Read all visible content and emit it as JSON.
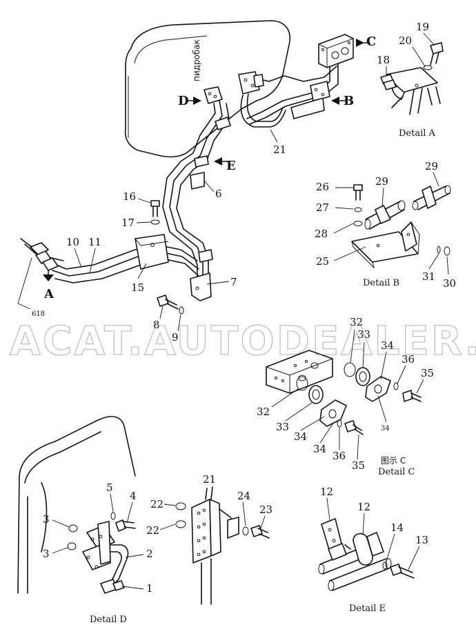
{
  "labels": {
    "tank_text": "пидробак",
    "arrow_a": "A",
    "arrow_b": "B",
    "arrow_c": "C",
    "arrow_d": "D",
    "arrow_e": "E",
    "ref_618": "618",
    "p1": "1",
    "p2": "2",
    "p3": "3",
    "p3b": "3",
    "p4": "4",
    "p5": "5",
    "p6": "6",
    "p7": "7",
    "p8": "8",
    "p9": "9",
    "p10": "10",
    "p11": "11",
    "p12": "12",
    "p12b": "12",
    "p13": "13",
    "p14": "14",
    "p15": "15",
    "p16": "16",
    "p17": "17",
    "p18": "18",
    "p19": "19",
    "p20": "20",
    "p21": "21",
    "p21b": "21",
    "p22": "22",
    "p22b": "22",
    "p23": "23",
    "p24": "24",
    "p25": "25",
    "p26": "26",
    "p27": "27",
    "p28": "28",
    "p29": "29",
    "p29b": "29",
    "p30": "30",
    "p31": "31",
    "p32": "32",
    "p32b": "32",
    "p33": "33",
    "p33b": "33",
    "p34": "34",
    "p34b": "34",
    "p34c": "34",
    "p34d": "34",
    "p35": "35",
    "p35b": "35",
    "p36": "36",
    "p36b": "36"
  },
  "captions": {
    "detail_a": "Detail A",
    "detail_b": "Detail B",
    "detail_c_cn": "图示 C",
    "detail_c": "Detail C",
    "detail_d": "Detail D",
    "detail_e": "Detail E"
  },
  "watermark": "ACAT.AUTODEALER.RU"
}
